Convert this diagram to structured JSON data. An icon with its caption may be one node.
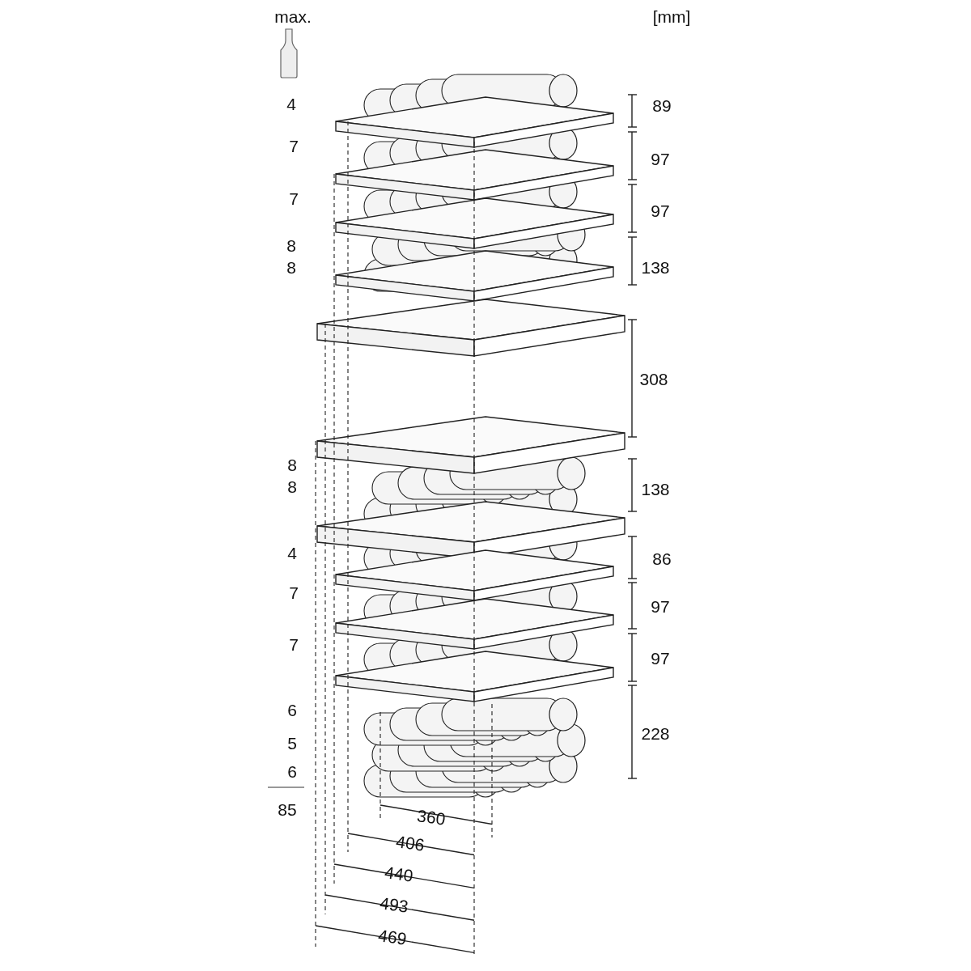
{
  "diagram": {
    "labels": [
      "max.",
      "[mm]",
      "4",
      "89",
      "7",
      "97",
      "7",
      "97",
      "8",
      "8",
      "138",
      "308",
      "8",
      "8",
      "138",
      "4",
      "86",
      "7",
      "97",
      "7",
      "97",
      "6",
      "228",
      "5",
      "6",
      "85",
      "360",
      "406",
      "440",
      "493",
      "469"
    ]
  }
}
